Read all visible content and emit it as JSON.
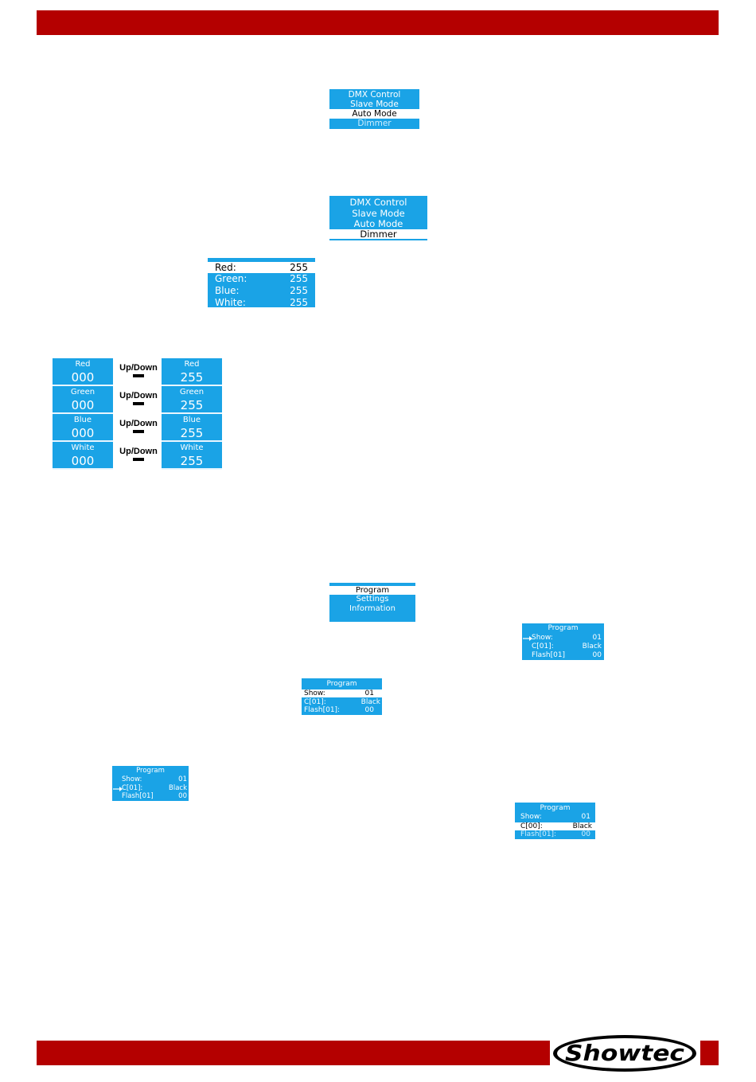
{
  "colors": {
    "header_bar": "#b40000",
    "lcd_background": "#1aa3e6",
    "selected_row": "#ffffff"
  },
  "mode_menu_a": {
    "items": [
      "DMX Control",
      "Slave Mode",
      "Auto Mode",
      "Dimmer"
    ],
    "selected_index": 2
  },
  "mode_menu_b": {
    "items": [
      "DMX Control",
      "Slave Mode",
      "Auto Mode",
      "Dimmer"
    ],
    "selected_index": 3
  },
  "dimmer_screen": {
    "rows": [
      {
        "label": "Red:",
        "value": "255"
      },
      {
        "label": "Green:",
        "value": "255"
      },
      {
        "label": "Blue:",
        "value": "255"
      },
      {
        "label": "White:",
        "value": "255"
      }
    ],
    "selected_index": 0
  },
  "adjust_steps": [
    {
      "channel": "Red",
      "from": "000",
      "action": "Up/Down",
      "to": "255"
    },
    {
      "channel": "Green",
      "from": "000",
      "action": "Up/Down",
      "to": "255"
    },
    {
      "channel": "Blue",
      "from": "000",
      "action": "Up/Down",
      "to": "255"
    },
    {
      "channel": "White",
      "from": "000",
      "action": "Up/Down",
      "to": "255"
    }
  ],
  "main_menu": {
    "items": [
      "Program",
      "Settings",
      "Information"
    ],
    "selected_index": 0
  },
  "program_screens": [
    {
      "title": "Program",
      "rows": [
        {
          "label": "Show:",
          "value": "01"
        },
        {
          "label": "C[01]:",
          "value": "Black"
        },
        {
          "label": "Flash[01]",
          "value": "00"
        }
      ],
      "arrow_index": 0,
      "selected_index": -1
    },
    {
      "title": "Program",
      "rows": [
        {
          "label": "Show:",
          "value": "01"
        },
        {
          "label": "C[01]:",
          "value": "Black"
        },
        {
          "label": "Flash[01]:",
          "value": "00"
        }
      ],
      "arrow_index": -1,
      "selected_index": 0
    },
    {
      "title": "Program",
      "rows": [
        {
          "label": "Show:",
          "value": "01"
        },
        {
          "label": "C[01]:",
          "value": "Black"
        },
        {
          "label": "Flash[01]",
          "value": "00"
        }
      ],
      "arrow_index": 1,
      "selected_index": -1
    },
    {
      "title": "Program",
      "rows": [
        {
          "label": "Show:",
          "value": "01"
        },
        {
          "label": "C[00]:",
          "value": "Black"
        },
        {
          "label": "Flash[01]:",
          "value": "00"
        }
      ],
      "arrow_index": -1,
      "selected_index": 1
    }
  ],
  "footer": {
    "logo_text": "Showtec"
  }
}
